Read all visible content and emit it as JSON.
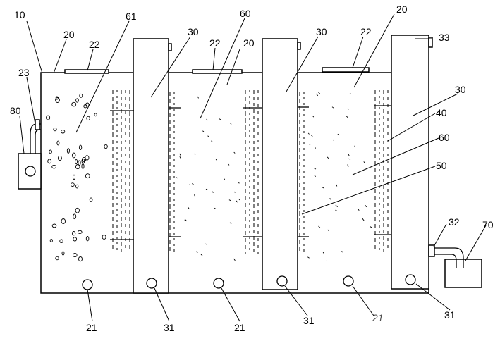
{
  "labels": {
    "l10": "10",
    "l20a": "20",
    "l20b": "20",
    "l20c": "20",
    "l20d": "20",
    "l22a": "22",
    "l22b": "22",
    "l22c": "22",
    "l23": "23",
    "l80": "80",
    "l61": "61",
    "l60a": "60",
    "l60b": "60",
    "l30a": "30",
    "l30b": "30",
    "l30c": "30",
    "l33": "33",
    "l40": "40",
    "l50": "50",
    "l32": "32",
    "l70": "70",
    "l21a": "21",
    "l21b": "21",
    "l21c": "21",
    "l31a": "31",
    "l31b": "31",
    "l31c": "31"
  }
}
